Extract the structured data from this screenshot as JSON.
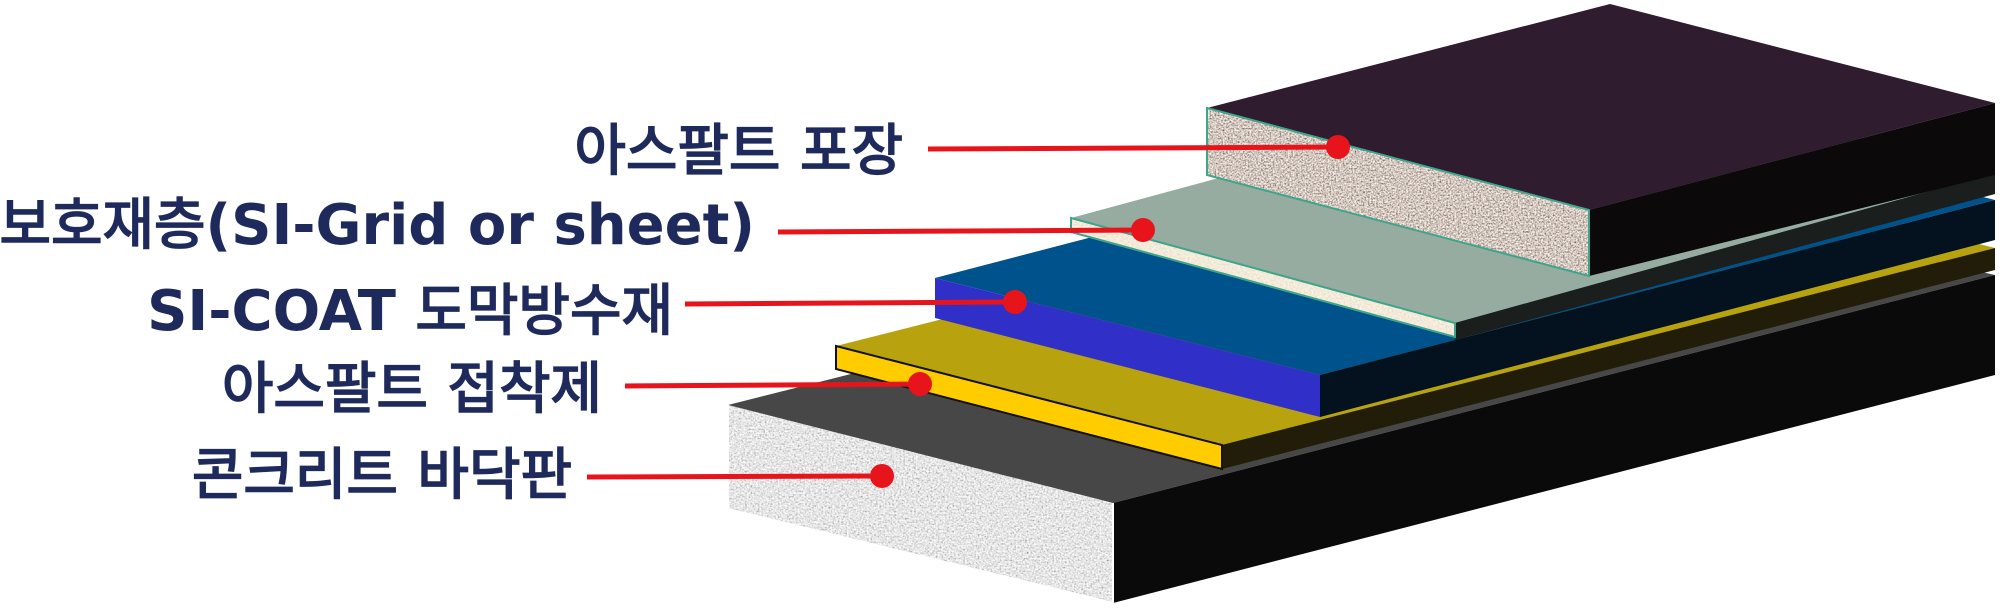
{
  "layers": [
    {
      "id": "asphalt-pavement",
      "label": "아스팔트 포장"
    },
    {
      "id": "protection-layer",
      "label": "보호재층(SI-Grid or sheet)"
    },
    {
      "id": "waterproofing",
      "label": "SI-COAT 도막방수재"
    },
    {
      "id": "asphalt-adhesive",
      "label": "아스팔트 접착제"
    },
    {
      "id": "concrete-slab",
      "label": "콘크리트 바닥판"
    }
  ],
  "colors": {
    "label_text": "#1f2a5c",
    "leader": "#e8141c",
    "asphalt_top": "#2f1c2e",
    "protection_top": "#97aca1",
    "coat_top": "#00528c",
    "coat_front": "#3030c8",
    "adhesive_top": "#b8a20e",
    "adhesive_front": "#ffcc00",
    "concrete_top": "#474747",
    "side": "#0a0a0a"
  }
}
